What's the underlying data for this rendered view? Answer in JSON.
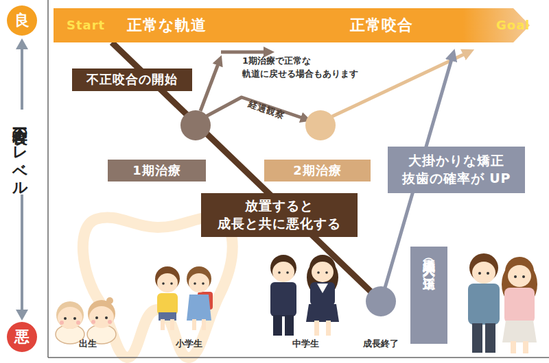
{
  "diagram": {
    "nodes": [
      {
        "text": [
          "良"
        ]
      },
      {
        "text": [
          "Start",
          "正常な軌道",
          "正常咬合",
          "Goal"
        ]
      },
      {
        "text": [
          "不正咬合の開始"
        ]
      },
      {
        "text": [
          "1期治療"
        ]
      },
      {
        "text": [
          "2期治療"
        ]
      },
      {
        "text": [
          "放置すると 成長と共に悪化する"
        ]
      },
      {
        "text": [
          "大掛かりな矯正 抜歯の確率が UP"
        ]
      },
      {
        "text": [
          "成人矯正 （大人の矯正）"
        ]
      },
      {
        "text": [
          "悪"
        ]
      }
    ],
    "labels": [
      "不正咬合のレベル",
      "1期治療で正常な 軌道に戻せる場合もあります",
      "経過観察",
      "出生",
      "小学生",
      "中学生",
      "成長終了"
    ]
  }
}
